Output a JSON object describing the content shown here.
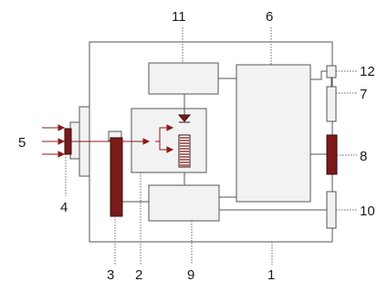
{
  "labels": {
    "l1": "1",
    "l2": "2",
    "l3": "3",
    "l4": "4",
    "l5": "5",
    "l6": "6",
    "l7": "7",
    "l8": "8",
    "l9": "9",
    "l10": "10",
    "l11": "11",
    "l12": "12"
  },
  "colors": {
    "accent_dark_red": "#7a1a1a",
    "arrow_red": "#8b1a1a",
    "box_fill": "#f2f2f2",
    "line_gray": "#555555"
  }
}
